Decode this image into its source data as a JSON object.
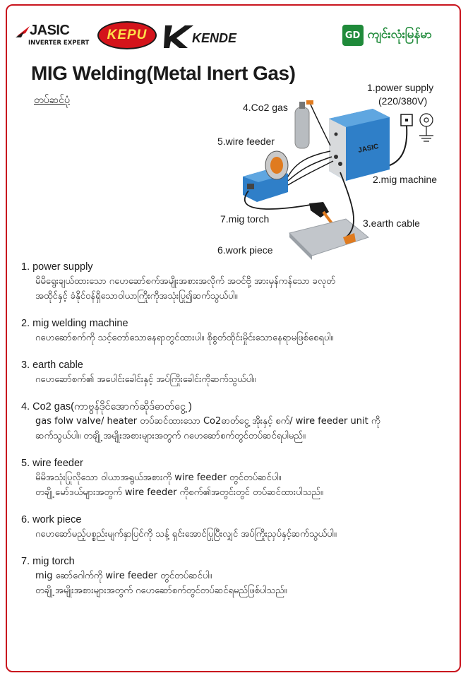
{
  "header": {
    "logos": {
      "jasic_name": "JASIC",
      "jasic_tagline": "INVERTER EXPERT",
      "kepu_name": "KEPU",
      "kende_name": "KENDE",
      "brand_badge": "GD",
      "brand_name": "ကျင်းလုံးမြန်မာ"
    }
  },
  "page": {
    "title": "MIG Welding(Metal Inert Gas)",
    "subtitle": "တပ်ဆင်ပုံ"
  },
  "diagram": {
    "labels": {
      "power_supply": "1.power supply",
      "power_voltage": "(220/380V)",
      "mig_machine": "2.mig machine",
      "earth_cable": "3.earth cable",
      "co2_gas": "4.Co2 gas",
      "wire_feeder": "5.wire feeder",
      "work_piece": "6.work piece",
      "mig_torch": "7.mig torch"
    },
    "machine_logo": "JASIC",
    "colors": {
      "machine_blue": "#2f7fc8",
      "copper": "#e07b1f",
      "cylinder": "#b8bcc0"
    }
  },
  "items": [
    {
      "heading": "1. power supply",
      "lines": [
        "မိမိရွေးချယ်ထားသော ဂဟေဆော်စက်အမျိုးအစားအလိုက် အဝင်ဗို့ အားမှန်ကန်သော ခလုတ်",
        "အထိုင်နှင့် ခံနိုင်ဝန်ရှိသောဝါယာကြိုးကိုအသုံးပြု၍ဆက်သွယ်ပါ။"
      ]
    },
    {
      "heading": "2. mig welding machine",
      "lines": [
        "ဂဟေဆော်စက်ကို သင့်တော်သောနေရာတွင်ထားပါ။ စိုစွတ်ထိုင်းမှိုင်းသောနေရာမဖြစ်စေရပါ။"
      ]
    },
    {
      "heading": "3. earth cable",
      "lines": [
        "ဂဟေဆော်စက်၏ အပေါင်းခေါင်းနှင့် အပ်ကြိုးခေါင်းကိုဆက်သွယ်ပါ။"
      ]
    },
    {
      "heading": "4. Co2 gas(ကာဗွန်ဒိုင်အောက်ဆိုဒ်ဓာတ်ငွေ့ )",
      "lines": [
        "gas folw valve/ heater တပ်ဆင်ထားသော Co2ဓာတ်ငွေ့ အိုးနှင့် စက်/ wire feeder unit ကို",
        "ဆက်သွယ်ပါ။ တချို့ အမျိုးအစားများအတွက် ဂဟေဆော်စက်တွင်တပ်ဆင်ရပါမည်။"
      ]
    },
    {
      "heading": "5. wire feeder",
      "lines": [
        "မိမိအသုံးပြုလိုသော ဝါယာအရွယ်အစားကို wire feeder တွင်တပ်ဆင်ပါ။",
        "တချို့ မော်ဒယ်များအတွက် wire feeder ကိုစက်၏အတွင်းတွင် တပ်ဆင်ထားပါသည်။"
      ]
    },
    {
      "heading": "6. work piece",
      "lines": [
        "ဂဟေဆော်မည့်ပစ္စည်းမျက်နှာပြင်ကို သန့် ရှင်းအောင်ပြုပြီးလျှင် အပ်ကြိုးညှပ်နှင့်ဆက်သွယ်ပါ။"
      ]
    },
    {
      "heading": "7. mig torch",
      "lines": [
        "mig ဆော်ဂေါက်ကို wire feeder တွင်တပ်ဆင်ပါ။",
        "တချို့ အမျိုးအစားများအတွက် ဂဟေဆော်စက်တွင်တပ်ဆင်ရမည်ဖြစ်ပါသည်။"
      ]
    }
  ]
}
